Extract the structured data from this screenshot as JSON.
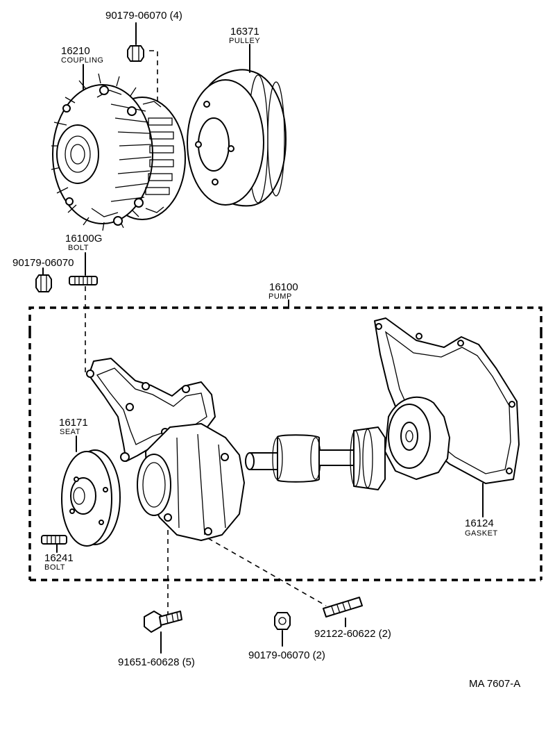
{
  "labels": {
    "nut_top": "90179-06070 (4)",
    "coupling_num": "16210",
    "coupling_name": "COUPLING",
    "pulley_num": "16371",
    "pulley_name": "PULLEY",
    "stud_num": "16100G",
    "stud_name": "BOLT",
    "nut_left": "90179-06070",
    "pump_num": "16100",
    "pump_name": "PUMP",
    "seat_num": "16171",
    "seat_name": "SEAT",
    "gasket_num": "16124",
    "gasket_name": "GASKET",
    "bolt_num": "16241",
    "bolt_name": "BOLT",
    "stud_bottom": "92122-60622 (2)",
    "bolt_bottom": "91651-60628 (5)",
    "nut_bottom": "90179-06070 (2)",
    "drawing_code": "MA 7607-A"
  }
}
